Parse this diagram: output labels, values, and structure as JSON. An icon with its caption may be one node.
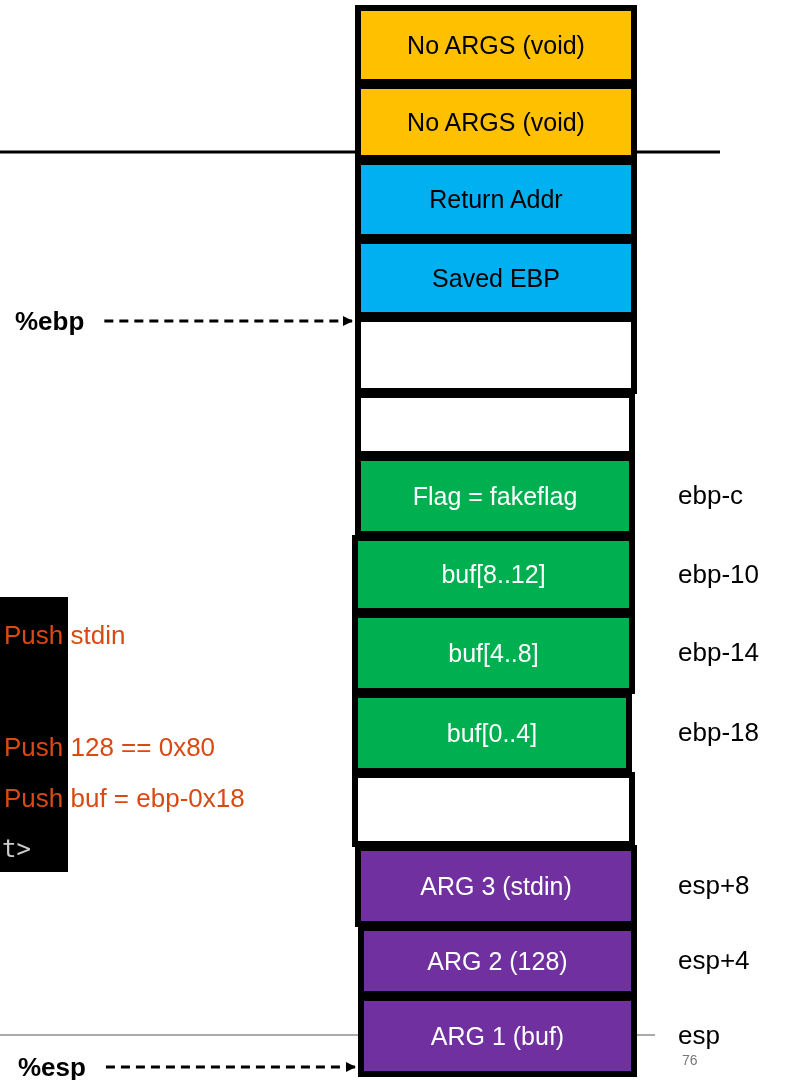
{
  "diagram": {
    "nodes": [
      {
        "text": [
          "No ARGS (void)"
        ]
      },
      {
        "text": [
          "No ARGS (void)"
        ]
      },
      {
        "text": [
          "Return Addr"
        ]
      },
      {
        "text": [
          "Saved EBP"
        ]
      },
      {
        "text": [],
        "shape": "box"
      },
      {
        "text": [],
        "shape": "box"
      },
      {
        "text": [
          "Flag = fakeflag"
        ],
        "beside": [
          "ebp-c"
        ]
      },
      {
        "text": [
          "buf[8..12]"
        ],
        "beside": [
          "ebp-10"
        ]
      },
      {
        "text": [
          "buf[4..8]"
        ],
        "beside": [
          "ebp-14"
        ]
      },
      {
        "text": [
          "buf[0..4]"
        ],
        "beside": [
          "ebp-18"
        ]
      },
      {
        "text": [],
        "shape": "box"
      },
      {
        "text": [
          "ARG 3 (stdin)"
        ],
        "beside": [
          "esp+8"
        ]
      },
      {
        "text": [
          "ARG 2 (128)"
        ],
        "beside": [
          "esp+4"
        ]
      },
      {
        "text": [
          "ARG 1 (buf)"
        ],
        "beside": [
          "esp"
        ]
      },
      {
        "text": [
          "%ebp"
        ]
      },
      {
        "text": [
          "%esp"
        ]
      }
    ],
    "edges": [
      {
        "from": 14,
        "to": 3,
        "arrow": "to",
        "style": "dashed"
      },
      {
        "from": 15,
        "to": 13,
        "arrow": "to",
        "style": "dashed"
      }
    ],
    "labels": [
      "Push stdin",
      "Push 128 == 0x80",
      "Push buf = ebp-0x18",
      "t>",
      "76"
    ]
  }
}
